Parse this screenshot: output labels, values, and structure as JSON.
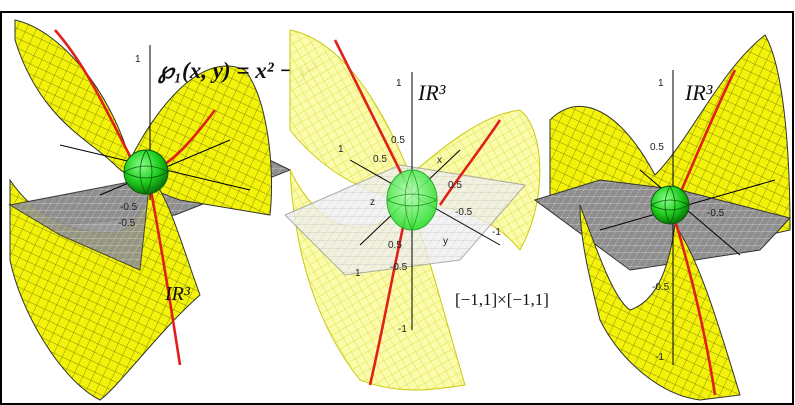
{
  "figure": {
    "formula": "℘₁(x, y) = x² − y²",
    "space_label": "IR³",
    "domain_label": "[−1,1]×[−1,1]",
    "axis_x": "x",
    "axis_y": "y",
    "axis_z": "z",
    "ticks": [
      "1",
      "0.5",
      "-0.5",
      "-1"
    ],
    "colors": {
      "surface": "#f2f20a",
      "surface_dark": "#b8b800",
      "plane": "#8a8a8a",
      "curve": "#e0201a",
      "sphere": "#1fcf1f",
      "frame": "#000000"
    }
  }
}
